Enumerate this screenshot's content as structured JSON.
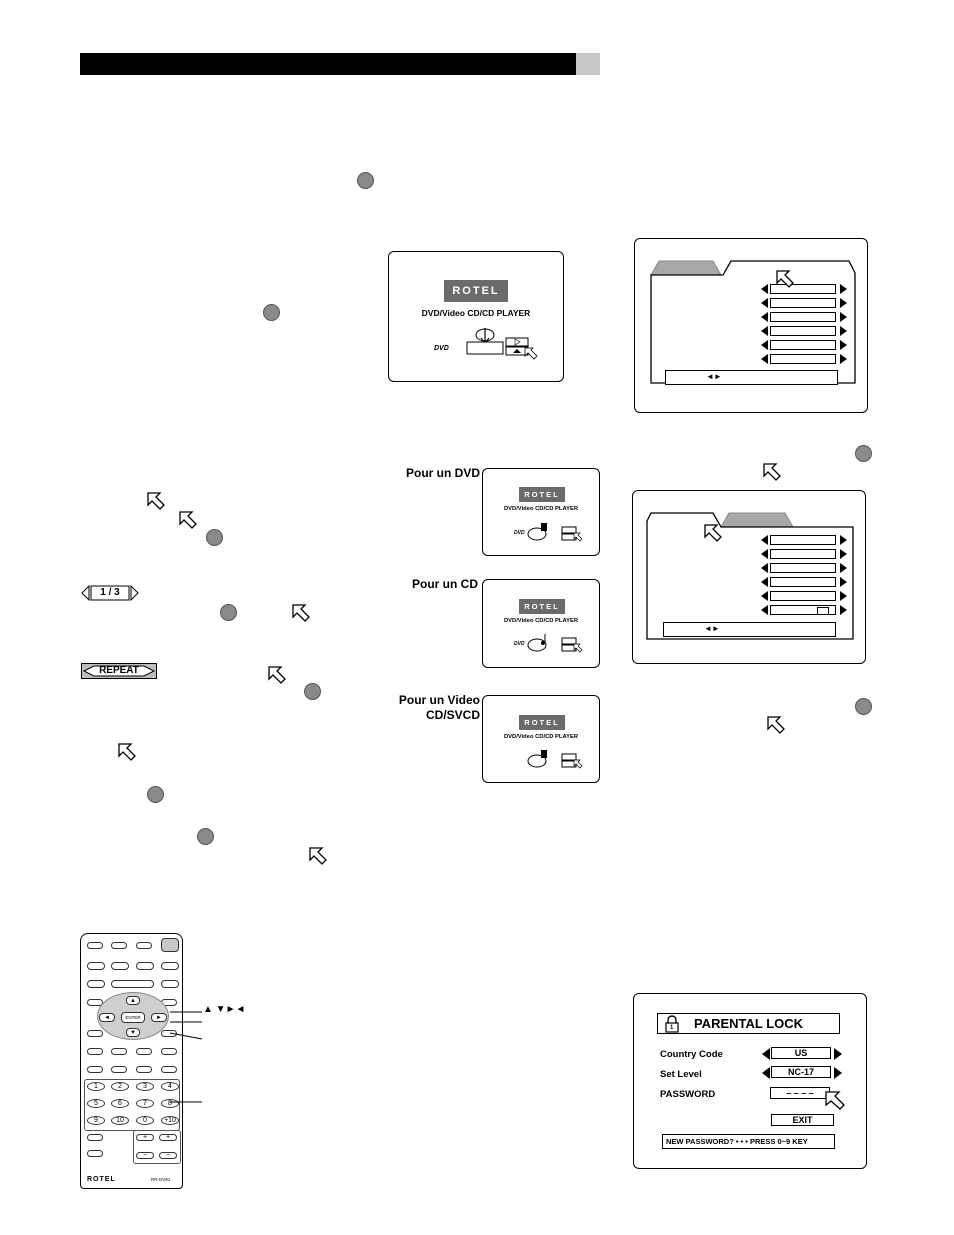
{
  "screens": {
    "main_logo": "ROTEL",
    "main_subtitle": "DVD/Video CD/CD PLAYER",
    "dvd_mark": "DVD"
  },
  "disc_types": {
    "dvd": "Pour un DVD",
    "cd": "Pour un CD",
    "vcd_line1": "Pour un Video",
    "vcd_line2": "CD/SVCD"
  },
  "osd": {
    "page_indicator": "1 / 3",
    "repeat": "REPEAT",
    "nav_arrows": "◄►"
  },
  "parental": {
    "title": "PARENTAL LOCK",
    "country_label": "Country Code",
    "country_value": "US",
    "level_label": "Set Level",
    "level_value": "NC-17",
    "password_label": "PASSWORD",
    "password_value": "– – – –",
    "exit": "EXIT",
    "message": "NEW PASSWORD? • • • PRESS 0~9 KEY",
    "lock_number": "1"
  },
  "remote": {
    "arrows_label": "▲ ▼►◄",
    "brand": "ROTEL",
    "model": "RR-DV91",
    "enter": "ENTER",
    "keys": [
      "1",
      "2",
      "3",
      "4",
      "5",
      "6",
      "7",
      "8",
      "9",
      "10",
      "0",
      "+10"
    ]
  }
}
